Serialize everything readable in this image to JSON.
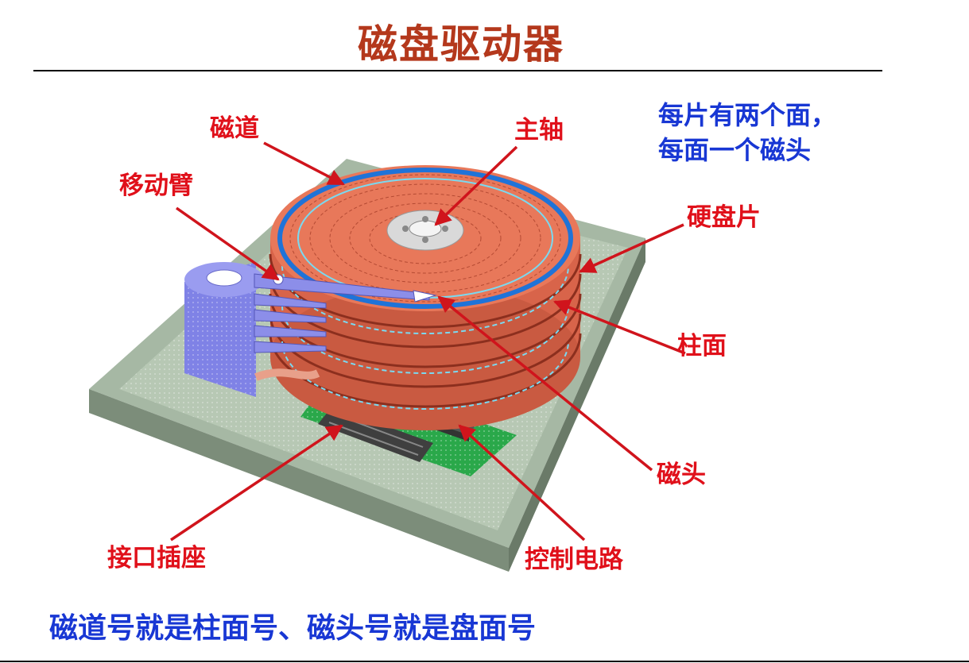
{
  "title": "磁盘驱动器",
  "labels": {
    "track": "磁道",
    "spindle": "主轴",
    "arm": "移动臂",
    "platter": "硬盘片",
    "cylinder": "柱面",
    "head": "磁头",
    "connector": "接口插座",
    "circuit": "控制电路"
  },
  "note": {
    "line1": "每片有两个面，",
    "line2": "每面一个磁头"
  },
  "footer": "磁道号就是柱面号、磁头号就是盘面号",
  "colors": {
    "title": "#b4381c",
    "label": "#e0101a",
    "note": "#1837d4",
    "platter": "#e8785a",
    "arm": "#7f82e6",
    "base": "#9aae9a",
    "board": "#2aa84a"
  }
}
